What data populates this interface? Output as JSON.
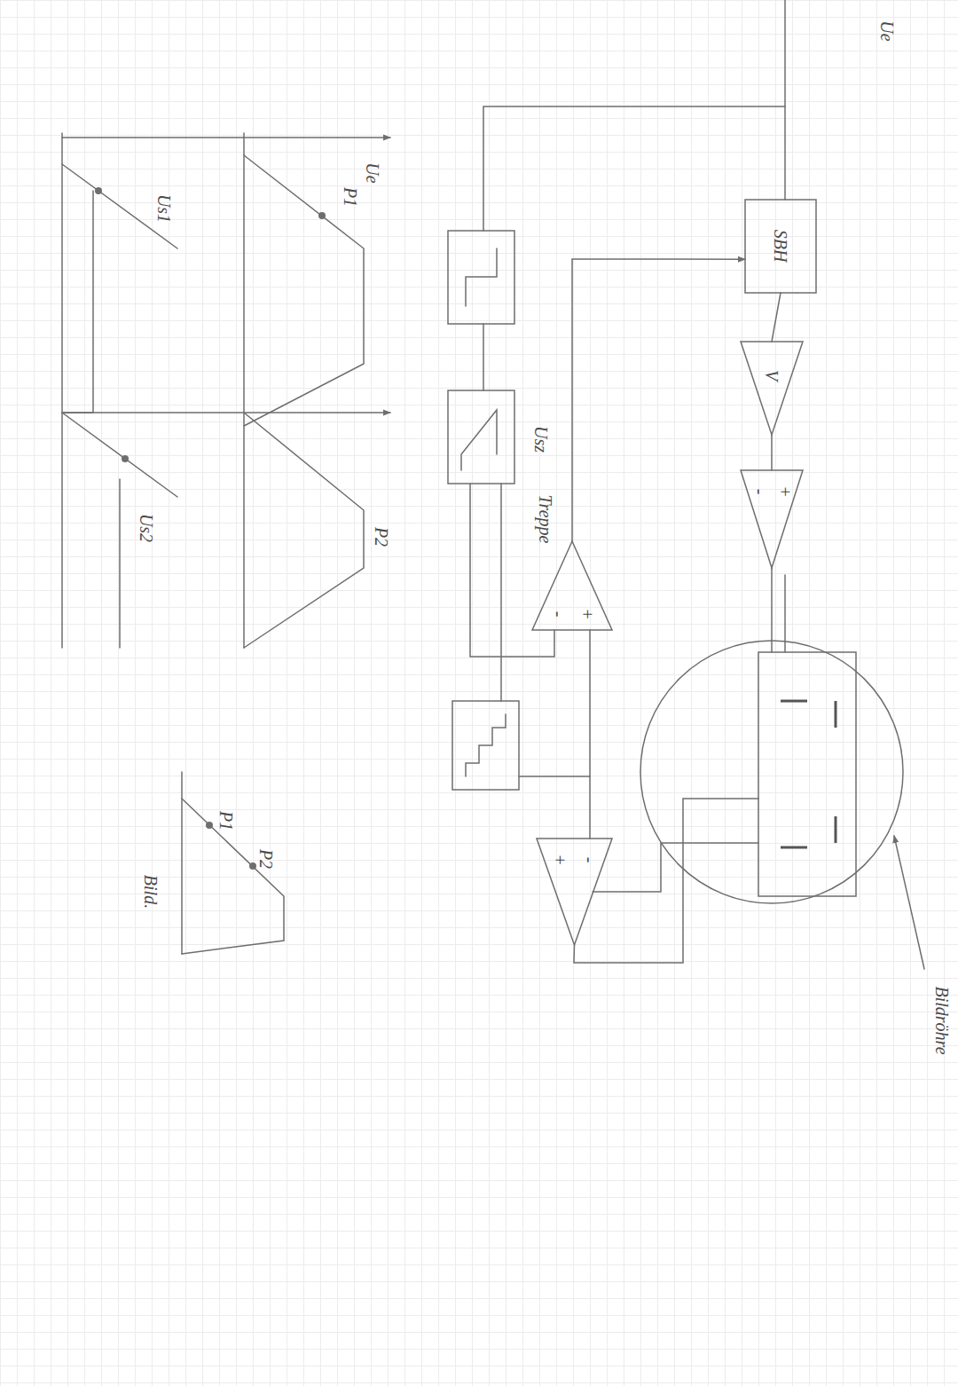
{
  "diagram": {
    "nodes": [
      {
        "text": [
          "SBH"
        ]
      },
      {
        "text": [
          "V"
        ]
      },
      {
        "text": [
          "-",
          "+"
        ]
      },
      {
        "text": [
          "-",
          "+"
        ]
      },
      {
        "text": [
          "+",
          "-"
        ]
      },
      {
        "text": [
          "Bildröhre"
        ]
      }
    ],
    "edges": [
      {
        "from": 0,
        "to": 1,
        "arrow": "none"
      },
      {
        "from": 1,
        "to": 2,
        "arrow": "none"
      },
      {
        "from": 2,
        "to": 5,
        "arrow": "none"
      },
      {
        "from": 3,
        "to": 0,
        "arrow": "to"
      },
      {
        "from": 4,
        "to": 5,
        "arrow": "none"
      }
    ],
    "labels": [
      "Ue",
      "Usz",
      "Treppe",
      "Ue",
      "P1",
      "Us1",
      "P2",
      "Us2",
      "P1",
      "P2",
      "Bild."
    ]
  }
}
